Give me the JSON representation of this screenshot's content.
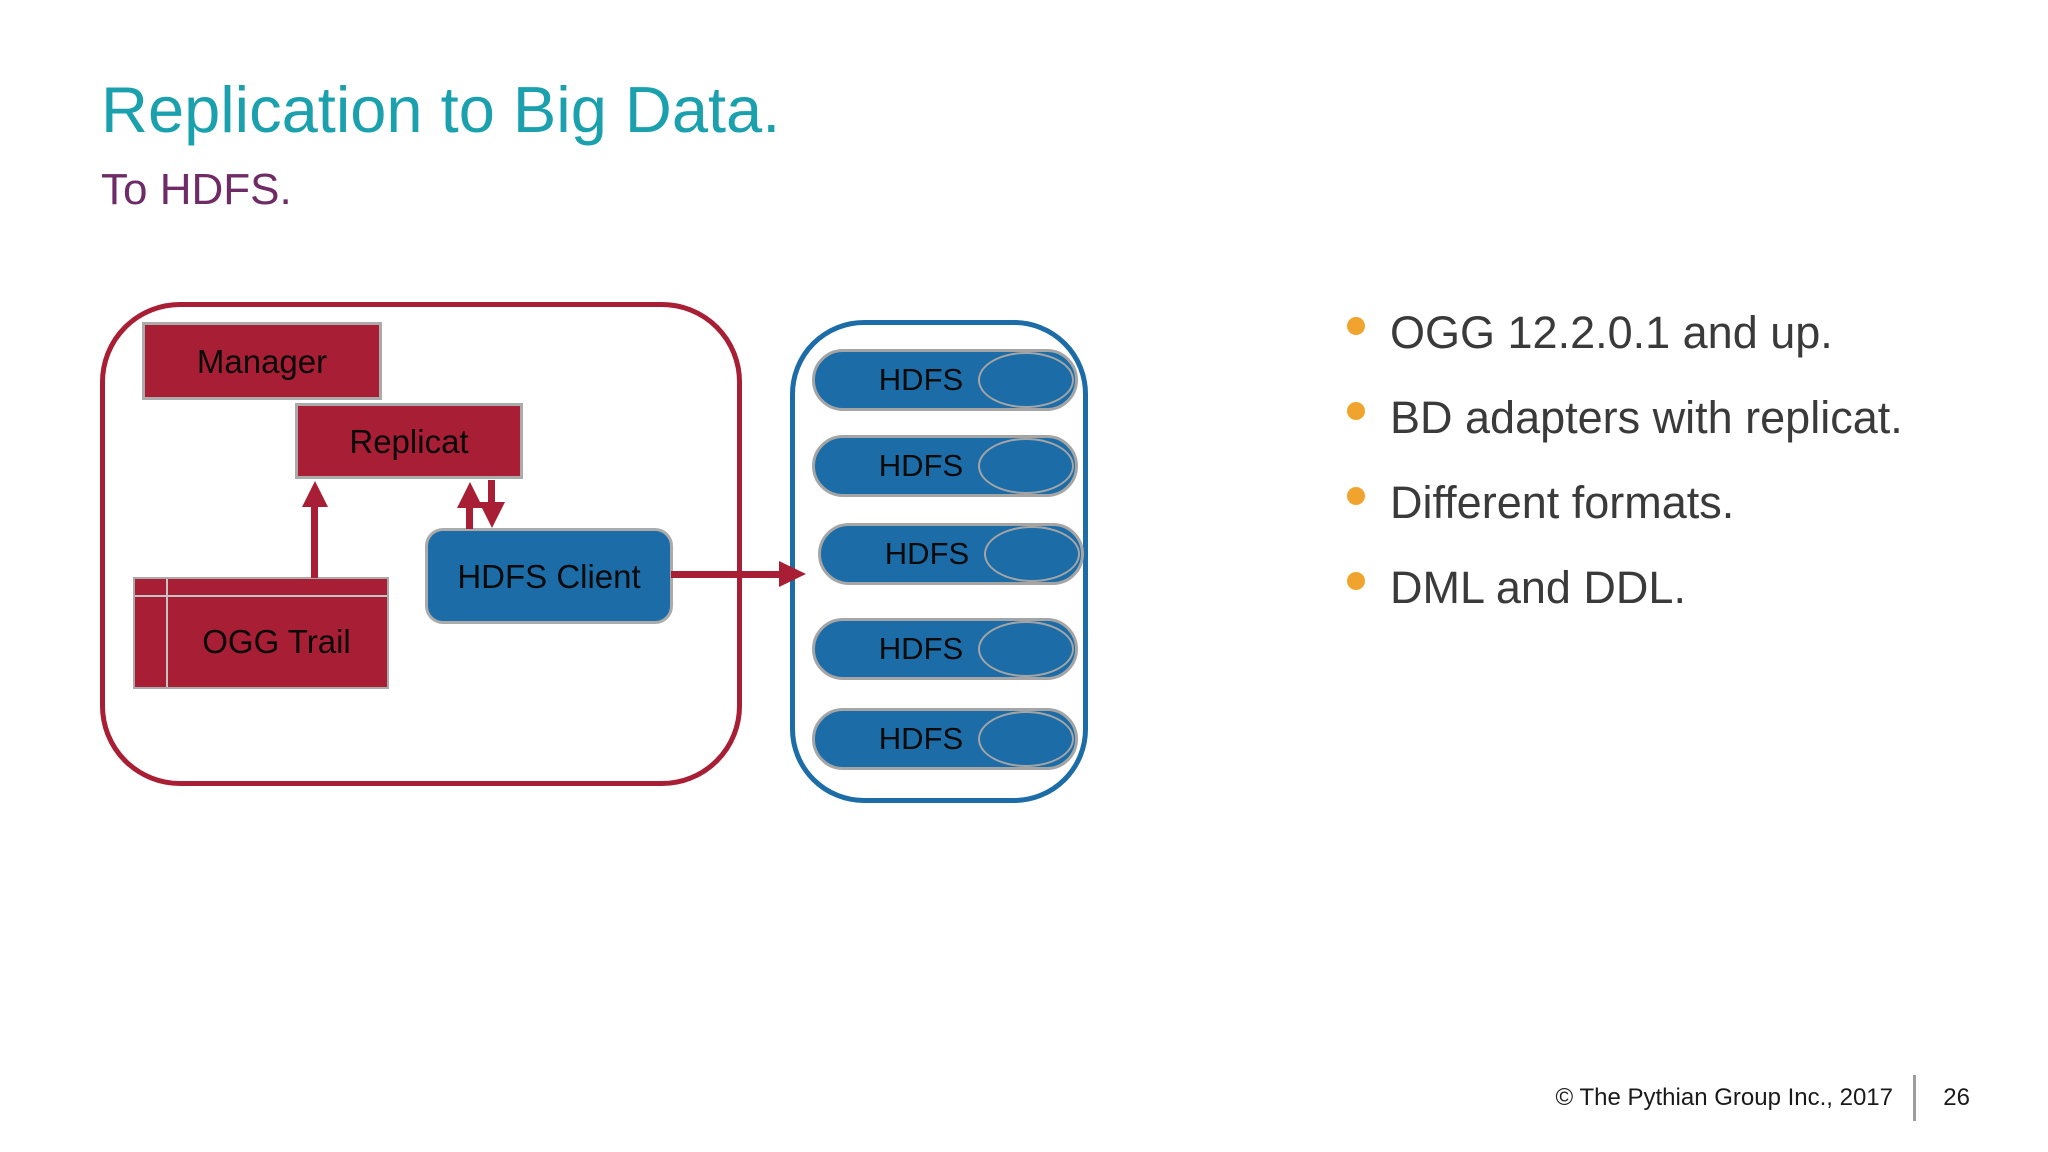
{
  "slide": {
    "title": "Replication to Big Data.",
    "subtitle": "To HDFS.",
    "footer": {
      "copyright": "©  The Pythian Group Inc., 2017",
      "page_number": "26"
    }
  },
  "diagram": {
    "nodes": {
      "manager": "Manager",
      "replicat": "Replicat",
      "ogg_trail": "OGG Trail",
      "hdfs_client": "HDFS Client"
    },
    "hdfs_nodes": [
      "HDFS",
      "HDFS",
      "HDFS",
      "HDFS",
      "HDFS"
    ],
    "arrows": [
      "ogg-trail-to-replicat",
      "hdfs-client-to-replicat",
      "replicat-to-hdfs-client",
      "hdfs-client-to-hdfs-cluster"
    ]
  },
  "bullets": [
    "OGG 12.2.0.1 and up.",
    "BD adapters with replicat.",
    "Different formats.",
    "DML and DDL."
  ],
  "colors": {
    "title_teal": "#1BA1AE",
    "subtitle_purple": "#6E2B66",
    "diagram_red": "#A81E34",
    "diagram_blue": "#1B6CA7",
    "bullet_orange": "#F0A42E",
    "body_text": "#3A3A3A",
    "node_border_gray": "#ABABAB"
  }
}
